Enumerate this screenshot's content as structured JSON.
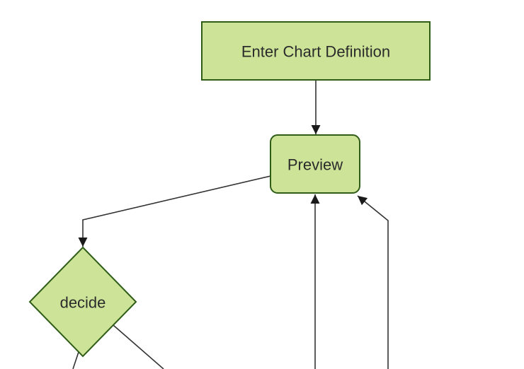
{
  "diagram": {
    "type": "flowchart",
    "orientation": "top-down",
    "theme": {
      "node_fill": "#cde498",
      "node_border": "#2f5d17",
      "edge_color": "#333333",
      "arrowhead_color": "#1a1a1a",
      "text_color": "#2b2b2b",
      "background": "#ffffff"
    },
    "nodes": [
      {
        "id": "enter-chart-definition",
        "label": "Enter Chart Definition",
        "shape": "rectangle"
      },
      {
        "id": "preview",
        "label": "Preview",
        "shape": "rounded-rectangle"
      },
      {
        "id": "decide",
        "label": "decide",
        "shape": "diamond"
      }
    ],
    "edges": [
      {
        "from": "Enter Chart Definition",
        "to": "Preview",
        "arrowhead": "yes"
      },
      {
        "from": "Preview",
        "to": "decide",
        "arrowhead": "yes"
      },
      {
        "from": "decide",
        "to": "offscreen bottom-left",
        "arrowhead": "offscreen"
      },
      {
        "from": "decide",
        "to": "offscreen bottom-right",
        "arrowhead": "offscreen"
      },
      {
        "from": "offscreen bottom",
        "to": "Preview",
        "arrowhead": "yes"
      },
      {
        "from": "offscreen bottom-right",
        "to": "Preview",
        "arrowhead": "yes"
      }
    ]
  }
}
